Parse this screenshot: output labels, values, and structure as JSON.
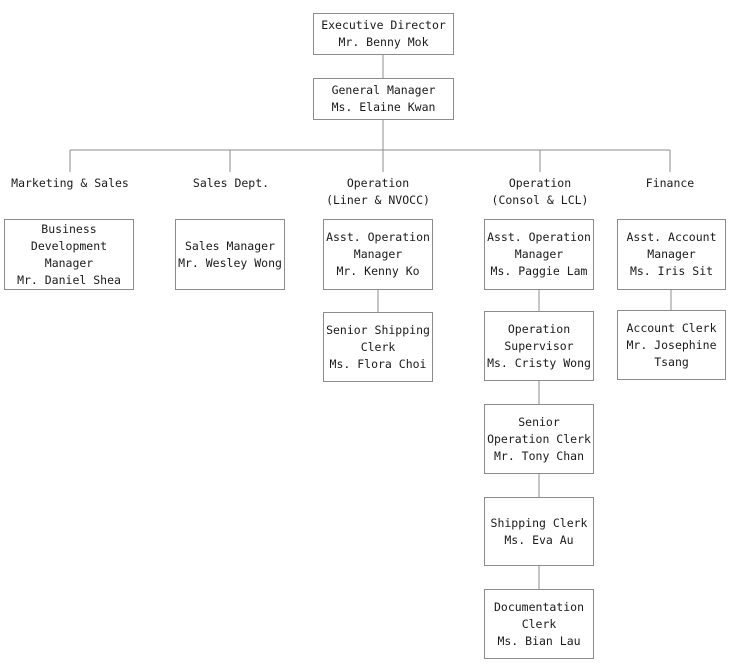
{
  "executive": {
    "title": "Executive Director",
    "name": "Mr. Benny Mok"
  },
  "general_manager": {
    "title": "General Manager",
    "name": "Ms. Elaine Kwan"
  },
  "departments": {
    "marketing": {
      "label": "Marketing & Sales"
    },
    "sales": {
      "label": "Sales Dept."
    },
    "op_liner": {
      "line1": "Operation",
      "line2": "(Liner & NVOCC)"
    },
    "op_consol": {
      "line1": "Operation",
      "line2": "(Consol & LCL)"
    },
    "finance": {
      "label": "Finance"
    }
  },
  "positions": {
    "bdm": {
      "l1": "Business",
      "l2": "Development",
      "l3": "Manager",
      "name": "Mr. Daniel Shea"
    },
    "sales_mgr": {
      "title": "Sales Manager",
      "name": "Mr. Wesley Wong"
    },
    "liner_aom": {
      "l1": "Asst. Operation",
      "l2": "Manager",
      "name": "Mr. Kenny Ko"
    },
    "liner_ssc": {
      "l1": "Senior Shipping",
      "l2": "Clerk",
      "name": "Ms. Flora Choi"
    },
    "consol_aom": {
      "l1": "Asst. Operation",
      "l2": "Manager",
      "name": "Ms. Paggie Lam"
    },
    "consol_sup": {
      "l1": "Operation",
      "l2": "Supervisor",
      "name": "Ms. Cristy Wong"
    },
    "consol_soc": {
      "l1": "Senior",
      "l2": "Operation Clerk",
      "name": "Mr. Tony Chan"
    },
    "consol_sc": {
      "l1": "Shipping Clerk",
      "name": "Ms. Eva Au"
    },
    "consol_dc": {
      "l1": "Documentation",
      "l2": "Clerk",
      "name": "Ms. Bian Lau"
    },
    "fin_aam": {
      "l1": "Asst. Account",
      "l2": "Manager",
      "name": "Ms. Iris Sit"
    },
    "fin_ac": {
      "l1": "Account Clerk",
      "l2": "Mr. Josephine",
      "name": "Tsang"
    }
  }
}
